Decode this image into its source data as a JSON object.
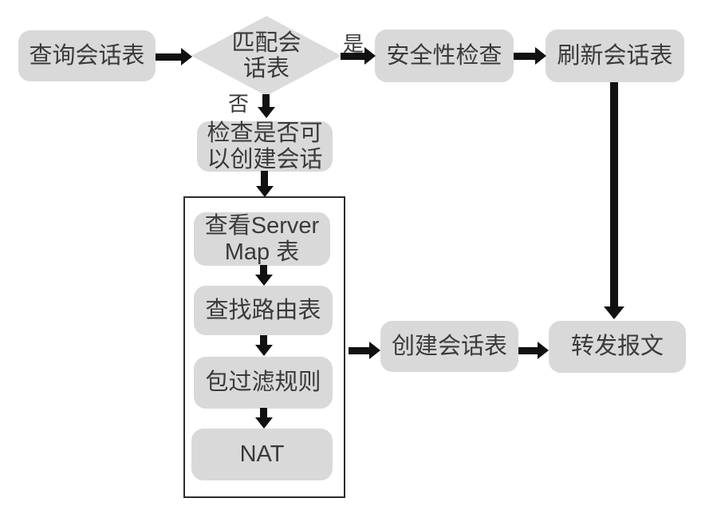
{
  "diagram": {
    "colors": {
      "node_fill": "#d9d9d9",
      "diamond_fill": "#dbdbdb",
      "text": "#3a3a3a",
      "arrow": "#111111",
      "group_border": "#2b2b2b",
      "background": "#ffffff"
    },
    "nodes": {
      "query_session": "查询会话表",
      "match_session": "匹配会\n话表",
      "security_check": "安全性检查",
      "refresh_session": "刷新会话表",
      "check_can_create": "检查是否可\n以创建会话",
      "server_map": "查看Server\nMap 表",
      "route_lookup": "查找路由表",
      "packet_filter": "包过滤规则",
      "nat": "NAT",
      "create_session": "创建会话表",
      "forward_packet": "转发报文"
    },
    "branch_labels": {
      "yes": "是",
      "no": "否"
    },
    "edges": [
      {
        "from": "query_session",
        "to": "match_session"
      },
      {
        "from": "match_session",
        "to": "security_check",
        "label": "是"
      },
      {
        "from": "match_session",
        "to": "check_can_create",
        "label": "否"
      },
      {
        "from": "security_check",
        "to": "refresh_session"
      },
      {
        "from": "refresh_session",
        "to": "forward_packet"
      },
      {
        "from": "check_can_create",
        "to": "server_map"
      },
      {
        "from": "server_map",
        "to": "route_lookup"
      },
      {
        "from": "route_lookup",
        "to": "packet_filter"
      },
      {
        "from": "packet_filter",
        "to": "nat"
      },
      {
        "from": "process_group",
        "to": "create_session"
      },
      {
        "from": "create_session",
        "to": "forward_packet"
      }
    ]
  }
}
